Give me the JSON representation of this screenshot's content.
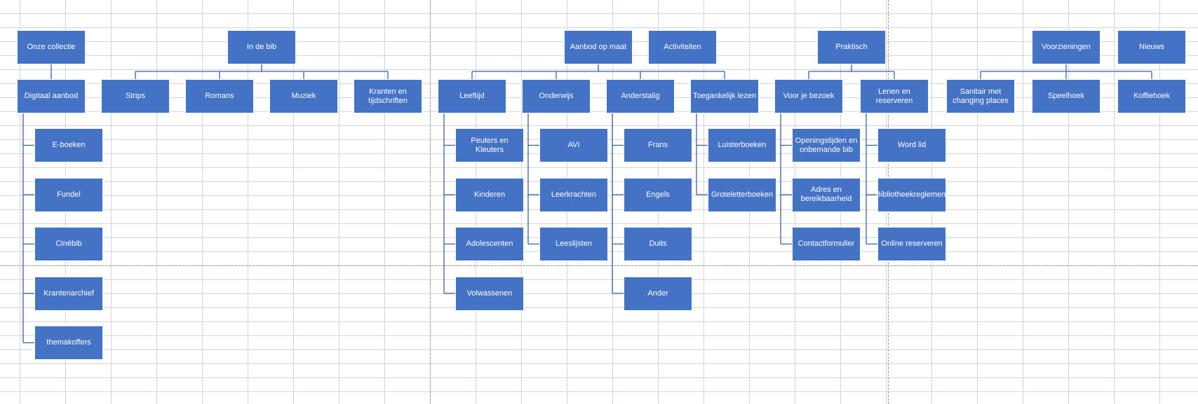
{
  "colors": {
    "node_fill": "#4472c4",
    "connector": "#3d62a8",
    "text": "#ffffff"
  },
  "roots": [
    {
      "label": "Onze collectie",
      "children": [
        {
          "label": "Digitaal aanbod",
          "children": [
            "E-boeken",
            "Fundel",
            "Cinébib",
            "Krantenarchief",
            "themakoffers"
          ]
        }
      ]
    },
    {
      "label": "In de bib",
      "children": [
        {
          "label": "Strips",
          "children": []
        },
        {
          "label": "Romans",
          "children": []
        },
        {
          "label": "Muziek",
          "children": []
        },
        {
          "label": "Kranten en tijdschriften",
          "children": []
        }
      ]
    },
    {
      "label": "Aanbod op maat",
      "children": [
        {
          "label": "Leeftijd",
          "children": [
            "Peuters en Kleuters",
            "Kinderen",
            "Adolescenten",
            "Volwassenen"
          ]
        },
        {
          "label": "Onderwijs",
          "children": [
            "AVI",
            "Leerkrachten",
            "Leeslijsten"
          ]
        },
        {
          "label": "Anderstalig",
          "children": [
            "Frans",
            "Engels",
            "Duits",
            "Ander"
          ]
        },
        {
          "label": "Toegankelijk lezen",
          "children": [
            "Luisterboeken",
            "Groteletterboeken"
          ]
        }
      ]
    },
    {
      "label": "Activiteiten",
      "children": []
    },
    {
      "label": "Praktisch",
      "children": [
        {
          "label": "Voor je bezoek",
          "children": [
            "Openingstijden en onbemande bib",
            "Adres en bereikbaarheid",
            "Contactformulier"
          ]
        },
        {
          "label": "Lenen en reserveren",
          "children": [
            "Word lid",
            "Bibliotheekreglement",
            "Online reserveren"
          ]
        }
      ]
    },
    {
      "label": "Voorzieningen",
      "children": [
        {
          "label": "Sanitair met changing places",
          "children": []
        },
        {
          "label": "Speelhoek",
          "children": []
        },
        {
          "label": "Koffiehoek",
          "children": []
        }
      ]
    },
    {
      "label": "Nieuws",
      "children": []
    }
  ]
}
